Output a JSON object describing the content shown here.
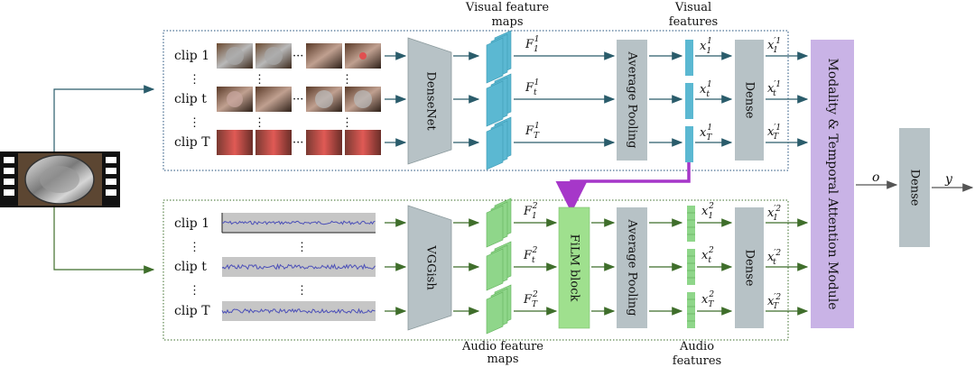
{
  "clips": {
    "first": "clip 1",
    "middle": "clip t",
    "last": "clip T",
    "vdots": "⋮",
    "hdots": "···"
  },
  "blocks": {
    "densenet": "DenseNet",
    "vggish": "VGGish",
    "avg_pool_top": "Average Pooling",
    "avg_pool_bottom": "Average Pooling",
    "dense_top": "Dense",
    "dense_bottom": "Dense",
    "film": "FiLM block",
    "attention": "Modality & Temporal Attention Module",
    "dense_final": "Dense"
  },
  "captions": {
    "visual_maps_1": "Visual feature",
    "visual_maps_2": "maps",
    "visual_feat_1": "Visual",
    "visual_feat_2": "features",
    "audio_maps_1": "Audio feature",
    "audio_maps_2": "maps",
    "audio_feat_1": "Audio",
    "audio_feat_2": "features"
  },
  "symbols": {
    "F": "F",
    "x": "x",
    "sub_1": "1",
    "sub_t": "t",
    "sub_T": "T",
    "mod_visual": "1",
    "mod_audio": "2",
    "prime": "′",
    "o": "o",
    "y": "y"
  },
  "colors": {
    "visual_box": "#1f4e79",
    "audio_box": "#3b6e2a",
    "visual_arrow": "#2a5c6b",
    "audio_arrow": "#3f6e2b",
    "feature_map_visual": "#5bb8d2",
    "feature_map_audio": "#8fd68a",
    "gray_block": "#b7c2c6",
    "attention": "#c9b3e6",
    "film": "#9fe08e",
    "cross_arrow": "#a637c9",
    "waveform": "#4b4fb8",
    "waveform_bg": "#c6c6c6"
  }
}
